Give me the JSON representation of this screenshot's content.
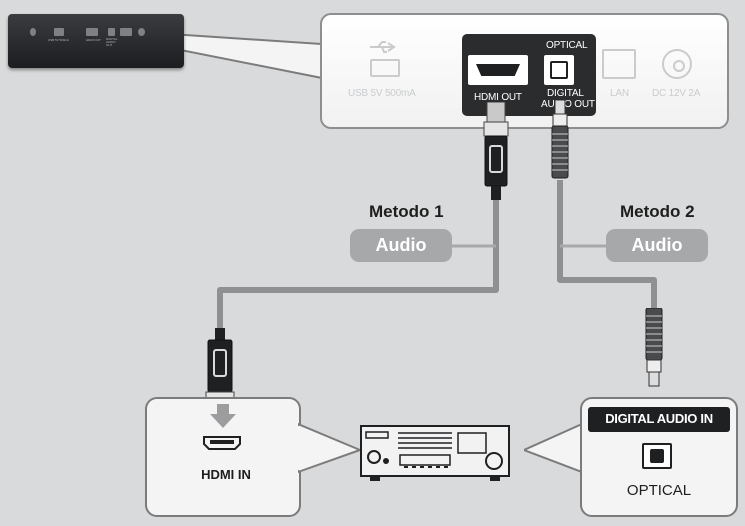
{
  "player": {
    "port_labels": [
      "USB 5V 500mA",
      "HDMI OUT",
      "DIGITAL AUDIO OUT"
    ]
  },
  "back_panel": {
    "usb_label": "USB 5V 500mA",
    "hdmi_out_label": "HDMI OUT",
    "optical_label": "OPTICAL",
    "digital_audio_out_line1": "DIGITAL",
    "digital_audio_out_line2": "AUDIO OUT",
    "lan_label": "LAN",
    "dc_label": "DC 12V 2A"
  },
  "methods": [
    {
      "title": "Metodo 1",
      "tag": "Audio"
    },
    {
      "title": "Metodo 2",
      "tag": "Audio"
    }
  ],
  "receiver_hdmi": {
    "label": "HDMI IN"
  },
  "receiver_optical": {
    "header": "DIGITAL AUDIO IN",
    "label": "OPTICAL"
  },
  "colors": {
    "background": "#d9dadb",
    "cable": "#8f9092",
    "pill": "#a7a8aa",
    "dark": "#1f2022"
  }
}
